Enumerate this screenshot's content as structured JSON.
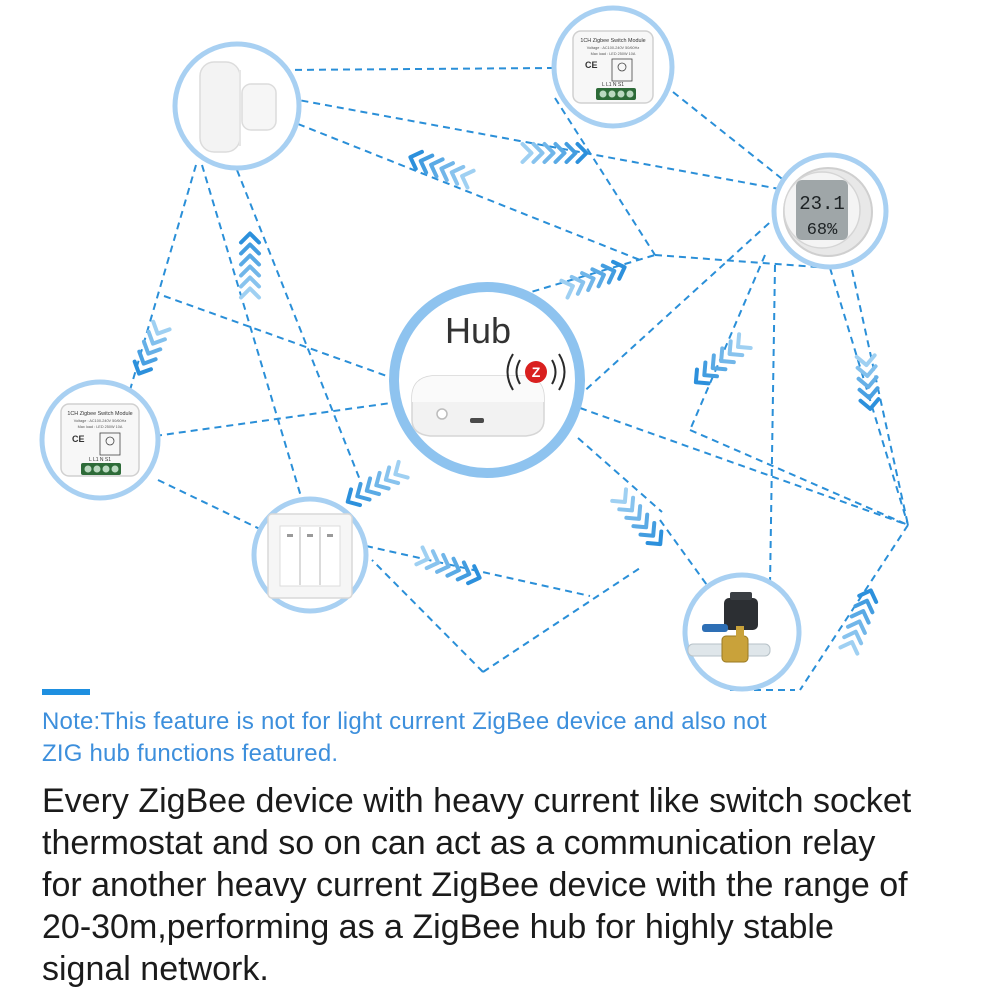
{
  "colors": {
    "link_dashed": "#2a8fd8",
    "arrow_dark": "#2c90dc",
    "arrow_light": "#9fd0f2",
    "node_ring": "#a8d0f2",
    "hub_ring": "#8ec3ef",
    "note_text": "#3d8fdc",
    "body_text": "#1b1b1b"
  },
  "hub": {
    "label": "Hub",
    "badge_letter": "Z"
  },
  "devices": {
    "switch_module_top": {
      "title": "1CH Zigbee Switch Module",
      "spec_voltage": "Voltage : AC100-240V 50/60Hz",
      "spec_load": "Max load : LED 250W 10A",
      "terminals": "L  L1  N  S1"
    },
    "switch_module_left": {
      "title": "1CH Zigbee Switch Module",
      "spec_voltage": "Voltage : AC100-240V 50/60Hz",
      "spec_load": "Max load : LED 250W 10A",
      "terminals": "L  L1  N  S1"
    },
    "thermostat": {
      "temperature": "23.1",
      "humidity": "68%"
    },
    "door_sensor": {},
    "wall_switch": {},
    "water_valve": {}
  },
  "note": {
    "line1": "Note:This feature is not for light current ZigBee device and also not",
    "line2": "ZIG hub functions featured."
  },
  "body": {
    "line1": "Every ZigBee device with heavy current like switch socket",
    "line2": "thermostat and so on can act as a communication relay",
    "line3": "for another heavy current ZigBee device with the range of",
    "line4": "20-30m,performing as a ZigBee hub for highly stable",
    "line5": "signal network."
  }
}
